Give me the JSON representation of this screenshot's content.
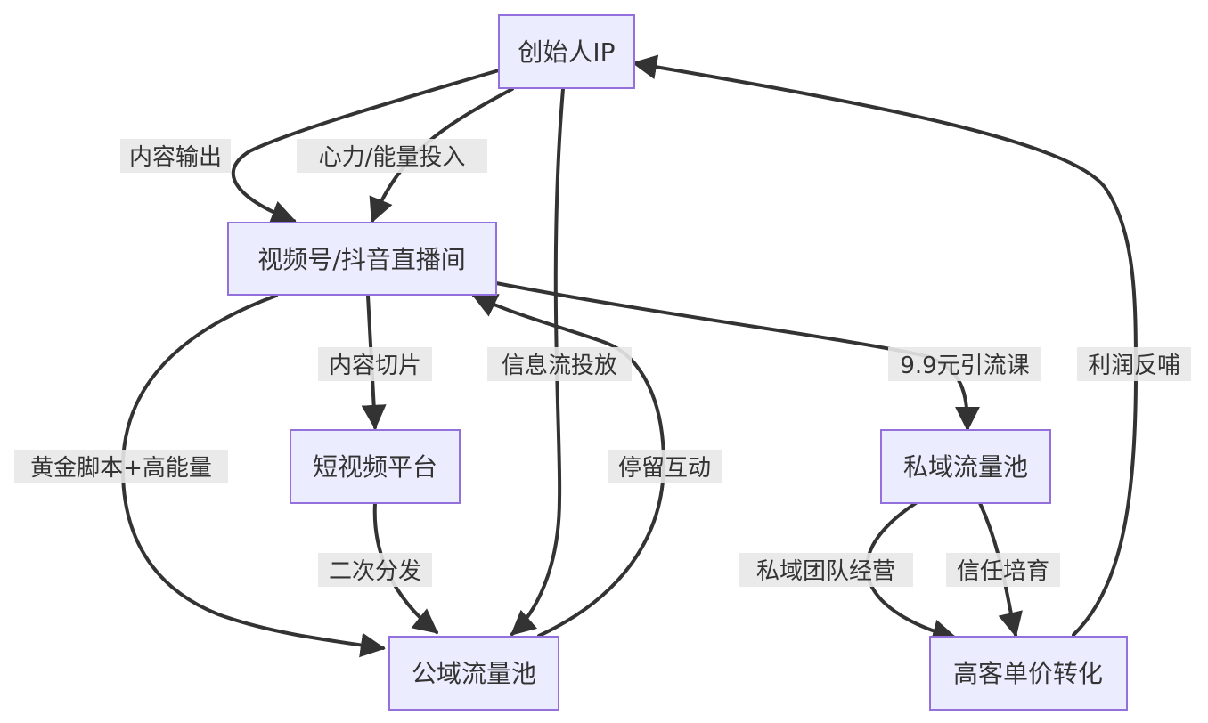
{
  "nodes": {
    "founder_ip": "创始人IP",
    "live_room": "视频号/抖音直播间",
    "short_video": "短视频平台",
    "public_pool": "公域流量池",
    "private_pool": "私域流量池",
    "high_value": "高客单价转化"
  },
  "edges": {
    "content_output": "内容输出",
    "energy_input": "心力/能量投入",
    "content_clips": "内容切片",
    "feed_ads": "信息流投放",
    "golden_script": "黄金脚本+高能量",
    "stay_interact": "停留互动",
    "secondary_dist": "二次分发",
    "lead_course": "9.9元引流课",
    "profit_feedback": "利润反哺",
    "private_team": "私域团队经营",
    "trust_building": "信任培育"
  },
  "colors": {
    "node_fill": "#ECECFF",
    "node_stroke": "#9370DB",
    "edge": "#333333",
    "label_bg": "#E8E8E8",
    "text": "#333333"
  }
}
